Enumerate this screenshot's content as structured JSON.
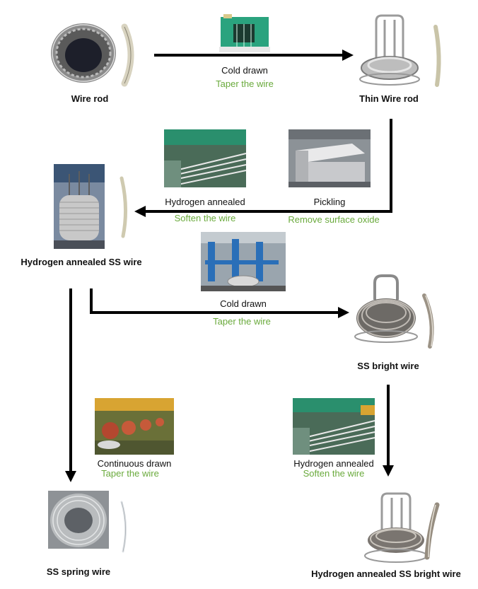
{
  "colors": {
    "sub_text": "#6aaa3c",
    "arrow": "#000000",
    "machine_green": "#2aa37e",
    "steel": "#a9a9a9"
  },
  "nodes": {
    "wire_rod": "Wire rod",
    "thin_wire_rod": "Thin Wire rod",
    "hydrogen_annealed_ss_wire": "Hydrogen annealed SS wire",
    "ss_bright_wire": "SS bright wire",
    "ss_spring_wire": "SS spring wire",
    "hydrogen_annealed_ss_bright_wire": "Hydrogen annealed SS bright wire"
  },
  "processes": {
    "cold_drawn_1": {
      "label": "Cold drawn",
      "sub": "Taper the wire"
    },
    "pickling": {
      "label": "Pickling",
      "sub": "Remove surface oxide"
    },
    "hydrogen_annealed_1": {
      "label": "Hydrogen annealed",
      "sub": "Soften the wire"
    },
    "cold_drawn_2": {
      "label": "Cold drawn",
      "sub": "Taper the wire"
    },
    "continuous_drawn": {
      "label": "Continuous drawn",
      "sub": "Taper the wire"
    },
    "hydrogen_annealed_2": {
      "label": "Hydrogen annealed",
      "sub": "Soften the wire"
    }
  }
}
